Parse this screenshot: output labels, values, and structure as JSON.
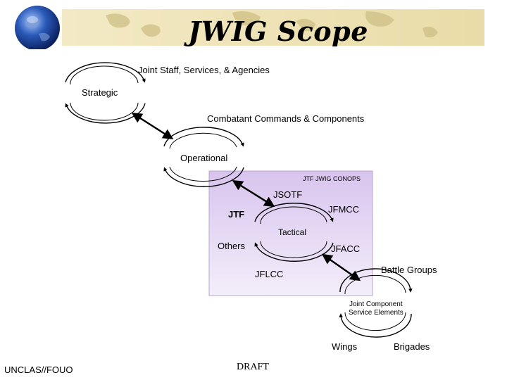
{
  "header": {
    "title": "JWIG Scope"
  },
  "diagram": {
    "strategic": {
      "name": "Strategic",
      "scope": "Joint Staff, Services, & Agencies"
    },
    "operational": {
      "name": "Operational",
      "scope": "Combatant Commands & Components"
    },
    "conops_box": {
      "label": "JTF JWIG CONOPS"
    },
    "tactical": {
      "name": "Tactical",
      "jtf": "JTF",
      "jsotf": "JSOTF",
      "jfmcc": "JFMCC",
      "jfacc": "JFACC",
      "others": "Others",
      "jflcc": "JFLCC"
    },
    "jcse": {
      "line1": "Joint Component",
      "line2": "Service Elements",
      "battle_groups": "Battle Groups",
      "wings": "Wings",
      "brigades": "Brigades"
    }
  },
  "footer": {
    "classification": "UNCLAS//FOUO",
    "status": "DRAFT"
  }
}
